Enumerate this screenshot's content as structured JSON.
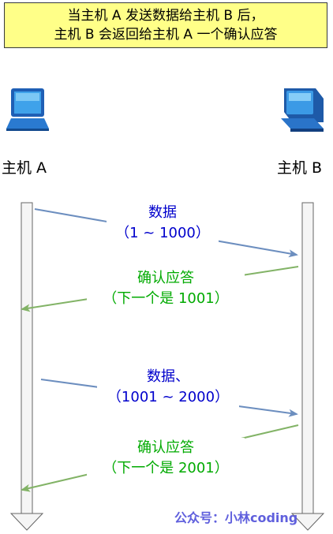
{
  "title": {
    "line1": "当主机 A 发送数据给主机 B 后，",
    "line2": "主机 B 会返回给主机 A 一个确认应答"
  },
  "hosts": {
    "a": {
      "label": "主机 A",
      "icon": "laptop-icon"
    },
    "b": {
      "label": "主机 B",
      "icon": "desktop-computer-icon"
    }
  },
  "messages": [
    {
      "line1": "数据",
      "line2": "（1 ~ 1000）",
      "direction": "A-to-B",
      "color": "#0000cc"
    },
    {
      "line1": "确认应答",
      "line2": "（下一个是 1001）",
      "direction": "B-to-A",
      "color": "#00aa00"
    },
    {
      "line1": "数据、",
      "line2": "（1001 ~ 2000）",
      "direction": "A-to-B",
      "color": "#0000cc"
    },
    {
      "line1": "确认应答",
      "line2": "（下一个是 2001）",
      "direction": "B-to-A",
      "color": "#00aa00"
    }
  ],
  "colors": {
    "title_bg": "#ffff88",
    "timeline_fill": "#f5f5f5",
    "timeline_stroke": "#666666",
    "data_arrow": "#6c8ebf",
    "ack_arrow": "#82b366"
  },
  "watermark": "公众号：小林coding"
}
